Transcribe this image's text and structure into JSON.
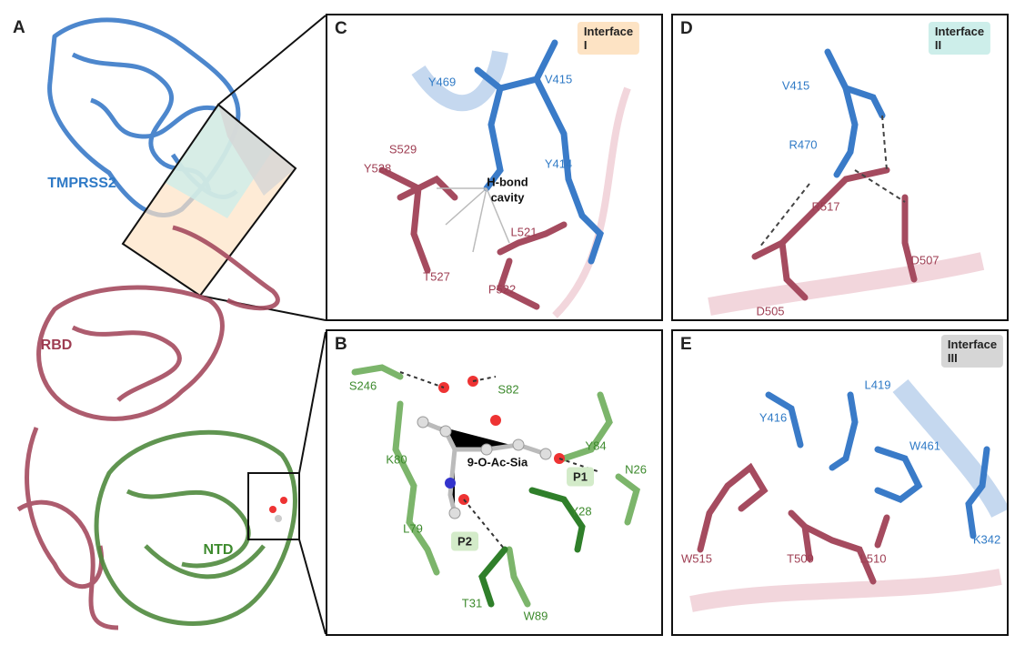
{
  "panels": {
    "a": "A",
    "b": "B",
    "c": "C",
    "d": "D",
    "e": "E"
  },
  "overview": {
    "tmprss2": "TMPRSS2",
    "rbd": "RBD",
    "ntd": "NTD"
  },
  "panel_c": {
    "badge": "Interface I",
    "cavity_line1": "H-bond",
    "cavity_line2": "cavity",
    "labels": [
      {
        "t": "Y469"
      },
      {
        "t": "V415"
      },
      {
        "t": "Y414"
      },
      {
        "t": "S529"
      },
      {
        "t": "Y528"
      },
      {
        "t": "L521"
      },
      {
        "t": "T527"
      },
      {
        "t": "P522"
      }
    ]
  },
  "panel_d": {
    "badge": "Interface II",
    "labels": [
      {
        "t": "V415"
      },
      {
        "t": "R470"
      },
      {
        "t": "R517"
      },
      {
        "t": "D507"
      },
      {
        "t": "D505"
      }
    ]
  },
  "panel_b": {
    "ligand": "9-O-Ac-Sia",
    "p1": "P1",
    "p2": "P2",
    "labels": [
      {
        "t": "S246"
      },
      {
        "t": "S82"
      },
      {
        "t": "Y84"
      },
      {
        "t": "N26"
      },
      {
        "t": "K80"
      },
      {
        "t": "Y28"
      },
      {
        "t": "L79"
      },
      {
        "t": "T31"
      },
      {
        "t": "W89"
      }
    ]
  },
  "panel_e": {
    "badge": "Interface III",
    "labels": [
      {
        "t": "L419"
      },
      {
        "t": "Y416"
      },
      {
        "t": "W461"
      },
      {
        "t": "K342"
      },
      {
        "t": "W515"
      },
      {
        "t": "T509"
      },
      {
        "t": "L510"
      }
    ]
  },
  "colors": {
    "tmprss2": "#3a7bc8",
    "spike": "#a54b5f",
    "ntd": "#4f8a3e",
    "interface1": "#fde3c4",
    "interface2": "#cdeeea",
    "interface3": "#d6d6d6"
  }
}
